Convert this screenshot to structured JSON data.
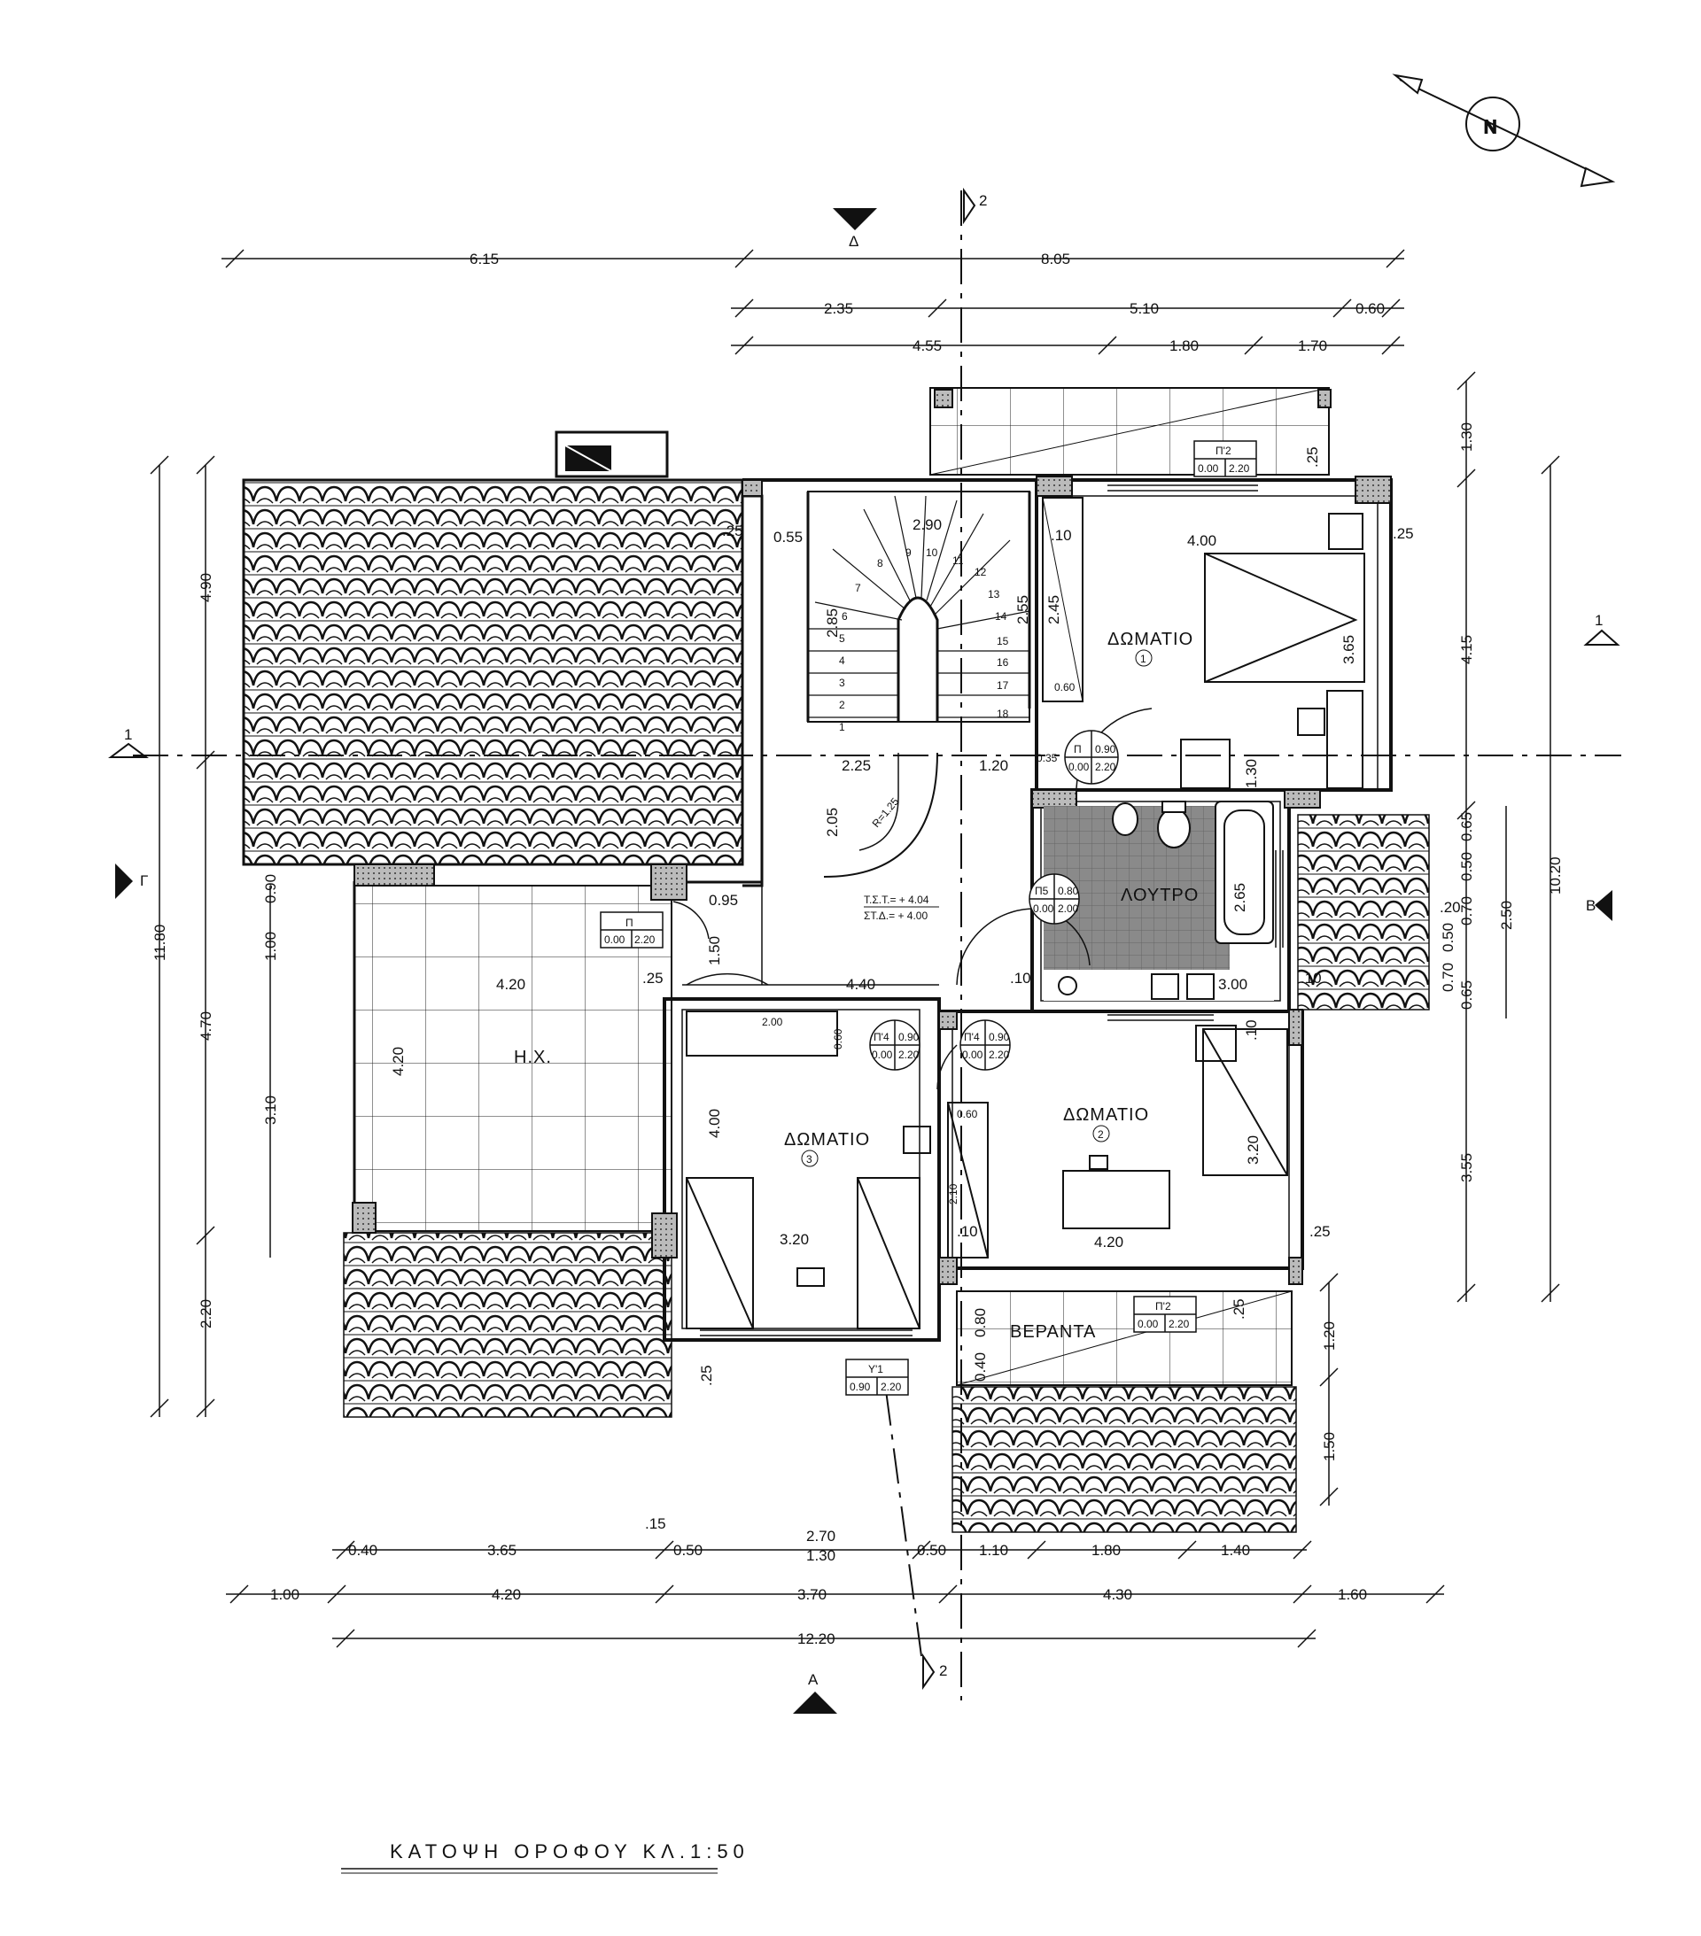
{
  "title": "ΚΑΤΟΨΗ ΟΡΟΦΟΥ ΚΛ.1:50",
  "north_letter": "Ν",
  "rooms": {
    "room1": "ΔΩΜΑΤΙΟ",
    "room1_num": "1",
    "room2": "ΔΩΜΑΤΙΟ",
    "room2_num": "2",
    "room3": "ΔΩΜΑΤΙΟ",
    "room3_num": "3",
    "bath": "ΛΟΥΤΡΟ",
    "hx": "Η.Χ.",
    "veranda": "ΒΕΡΑΝΤΑ"
  },
  "levels": {
    "tst": "Τ.Σ.Τ.= + 4.04",
    "std": "ΣΤ.Δ.= + 4.00"
  },
  "section_markers": {
    "a": "Α",
    "b": "Β",
    "g": "Γ",
    "d": "Δ",
    "s1": "1",
    "s2": "2"
  },
  "door_tags": {
    "p": [
      "Π",
      "0.00",
      "2.20"
    ],
    "p_stair": [
      "Π",
      "0.90",
      "0.00",
      "2.20"
    ],
    "p5": [
      "Π5",
      "0.80",
      "0.00",
      "2.00"
    ],
    "p4a": [
      "Π'4",
      "0.90",
      "0.00",
      "2.20"
    ],
    "p4b": [
      "Π'4",
      "0.90",
      "0.00",
      "2.20"
    ],
    "p2a": [
      "Π'2",
      "0.00",
      "2.20"
    ],
    "p2b": [
      "Π'2",
      "0.00",
      "2.20"
    ],
    "y1": [
      "Υ'1",
      "0.90",
      "2.20"
    ]
  },
  "dims": {
    "top_row1": [
      "6.15",
      "8.05"
    ],
    "top_row2": [
      "2.35",
      "5.10",
      "0.60"
    ],
    "top_row3": [
      "4.55",
      "1.80",
      "1.70"
    ],
    "bottom_row1": [
      "0.40",
      "3.65",
      ".15",
      "0.50",
      "2.70",
      "1.30",
      "0.50",
      "1.10",
      "1.80",
      "1.40"
    ],
    "bottom_row2": [
      "1.00",
      "4.20",
      "3.70",
      "4.30",
      "1.60"
    ],
    "bottom_total": "12.20",
    "left_outer": "11.80",
    "left_mid": [
      "4.90",
      "4.70",
      "2.20"
    ],
    "left_inner": [
      "0.90",
      "1.00",
      "3.10"
    ],
    "right_outer": "10.20",
    "right_mid": [
      "1.30",
      "4.15",
      "3.55"
    ],
    "right_inner": [
      "0.65",
      "0.50",
      "0.70",
      "0.65",
      "2.50",
      ".20",
      "0.50",
      "0.70"
    ],
    "right_veranda": [
      "1.20",
      "1.50"
    ],
    "interior": [
      "2.90",
      "4.00",
      "3.65",
      "2.85",
      "2.55",
      "2.45",
      "0.55",
      ".25",
      ".10",
      "0.60",
      "2.25",
      "1.20",
      "0.35",
      "2.05",
      "R=1.25",
      "0.95",
      "1.50",
      ".25",
      "4.40",
      ".10",
      "2.65",
      "3.00",
      ".10",
      "4.20",
      "4.20",
      "4.00",
      "3.20",
      "3.20",
      "2.00",
      "0.60",
      "0.60",
      "2.10",
      ".10",
      "4.20",
      ".25",
      "0.80",
      "0.40",
      ".25",
      ".25",
      ".25",
      ".25",
      "1.30",
      ".10"
    ],
    "stair_steps": [
      "1",
      "2",
      "3",
      "4",
      "5",
      "6",
      "7",
      "8",
      "9",
      "10",
      "11",
      "12",
      "13",
      "14",
      "15",
      "16",
      "17",
      "18"
    ]
  }
}
